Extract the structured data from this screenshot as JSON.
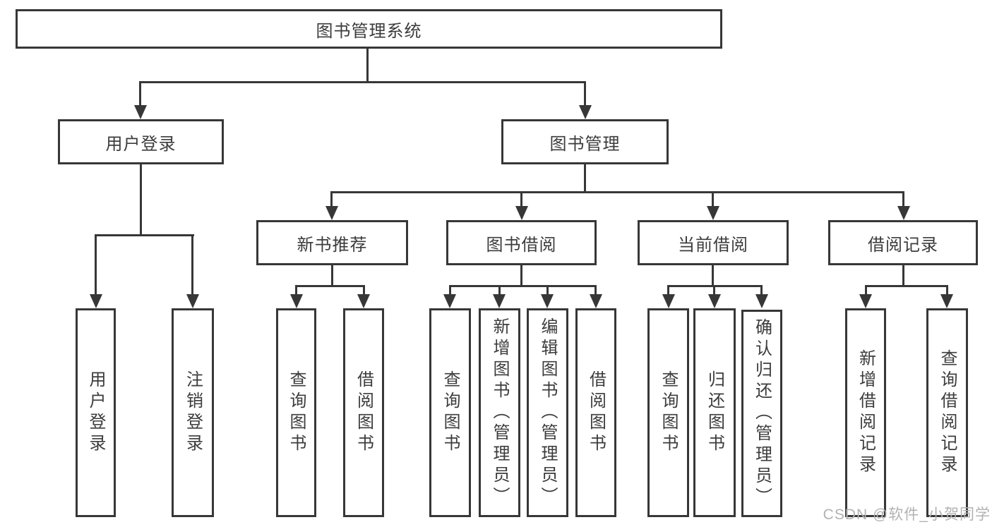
{
  "diagram": {
    "root": {
      "label": "图书管理系统"
    },
    "branches": [
      {
        "label": "用户登录",
        "children": [
          {
            "label": "用户登录"
          },
          {
            "label": "注销登录"
          }
        ]
      },
      {
        "label": "图书管理",
        "children": [
          {
            "label": "新书推荐",
            "children": [
              {
                "label": "查询图书"
              },
              {
                "label": "借阅图书"
              }
            ]
          },
          {
            "label": "图书借阅",
            "children": [
              {
                "label": "查询图书"
              },
              {
                "label": "新增图书（管理员）"
              },
              {
                "label": "编辑图书（管理员）"
              },
              {
                "label": "借阅图书"
              }
            ]
          },
          {
            "label": "当前借阅",
            "children": [
              {
                "label": "查询图书"
              },
              {
                "label": "归还图书"
              },
              {
                "label": "确认归还（管理员）"
              }
            ]
          },
          {
            "label": "借阅记录",
            "children": [
              {
                "label": "新增借阅记录"
              },
              {
                "label": "查询借阅记录"
              }
            ]
          }
        ]
      }
    ]
  },
  "watermark": "CSDN @软件_小贺同学",
  "colors": {
    "line": "#373737",
    "text": "#3c3c3c",
    "watermark": "#b2b2b2",
    "background": "#ffffff"
  }
}
